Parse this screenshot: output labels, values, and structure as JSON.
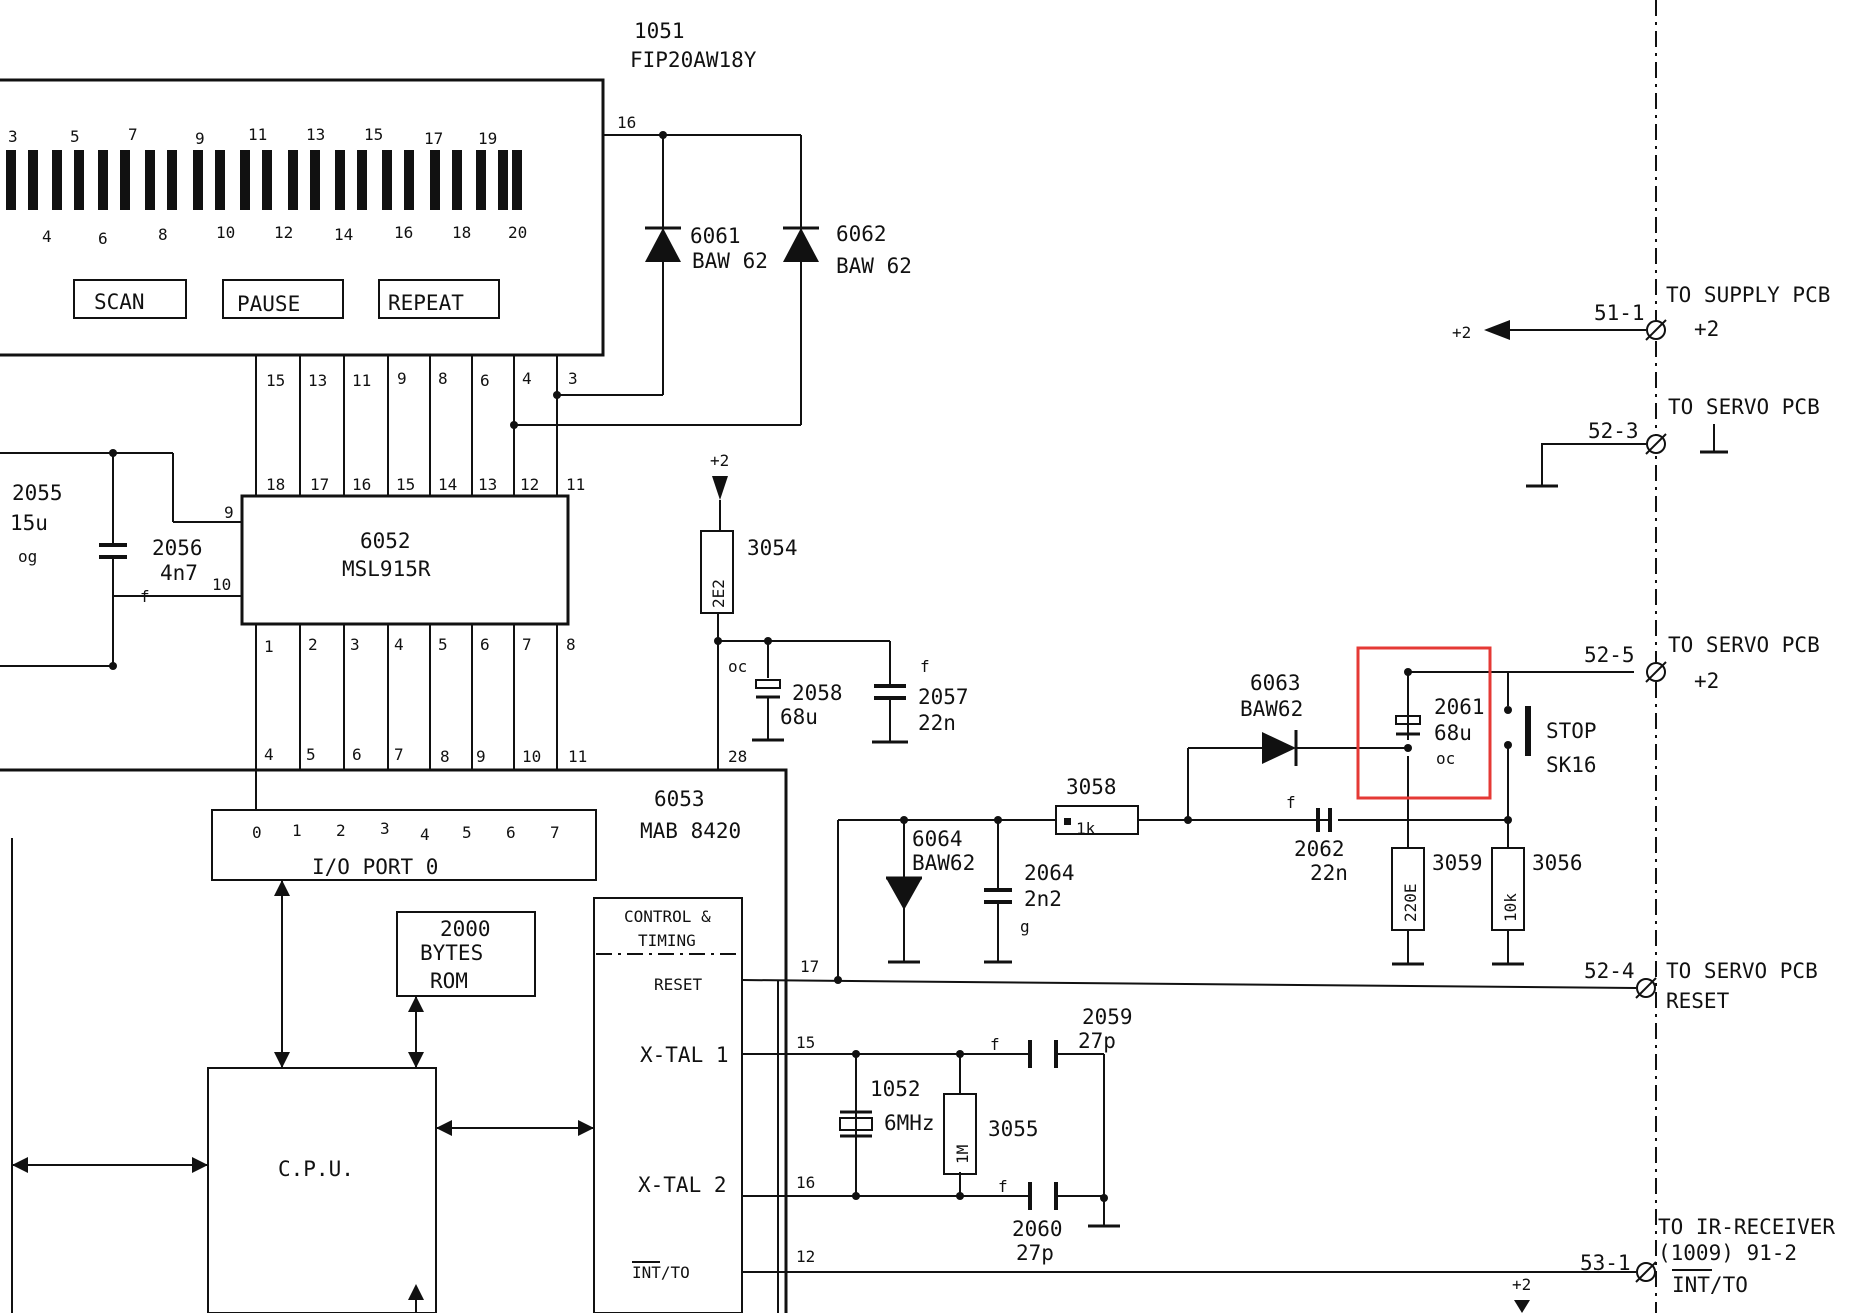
{
  "display": {
    "ref": "1051",
    "part": "FIP20AW18Y",
    "buttons": [
      "SCAN",
      "PAUSE",
      "REPEAT"
    ],
    "top_digits": [
      "3",
      "5",
      "7",
      "9",
      "11",
      "13",
      "15",
      "17",
      "19"
    ],
    "bottom_digits": [
      "4",
      "6",
      "8",
      "10",
      "12",
      "14",
      "16",
      "18",
      "20"
    ],
    "pins": [
      "15",
      "13",
      "11",
      "9",
      "8",
      "6",
      "4",
      "3"
    ],
    "pin16": "16"
  },
  "diode_6061": {
    "ref": "6061",
    "part": "BAW 62"
  },
  "diode_6062": {
    "ref": "6062",
    "part": "BAW 62"
  },
  "ic_6052": {
    "ref": "6052",
    "part": "MSL915R",
    "top_pins": [
      "18",
      "17",
      "16",
      "15",
      "14",
      "13",
      "12",
      "11"
    ],
    "bottom_pins": [
      "1",
      "2",
      "3",
      "4",
      "5",
      "6",
      "7",
      "8"
    ],
    "pin9": "9",
    "pin10": "10"
  },
  "cap_2055": {
    "ref": "2055",
    "value": "15u",
    "note": "og"
  },
  "cap_2056": {
    "ref": "2056",
    "value": "4n7",
    "note": "f"
  },
  "supply_symbol": "+2",
  "res_3054": {
    "ref": "3054",
    "value": "2E2"
  },
  "cap_2058": {
    "ref": "2058",
    "value": "68u",
    "note": "oc"
  },
  "cap_2057": {
    "ref": "2057",
    "value": "22n",
    "note": "f"
  },
  "ic_6053": {
    "ref": "6053",
    "part": "MAB 8420",
    "port_pins": [
      "4",
      "5",
      "6",
      "7",
      "8",
      "9",
      "10",
      "11"
    ],
    "pin28": "28",
    "port_bits": [
      "0",
      "1",
      "2",
      "3",
      "4",
      "5",
      "6",
      "7"
    ],
    "port_label": "I/O PORT 0",
    "rom": [
      "2000",
      "BYTES",
      "ROM"
    ],
    "cpu": "C.P.U.",
    "control": [
      "CONTROL &",
      "TIMING"
    ],
    "reset": "RESET",
    "xtal1": "X-TAL 1",
    "xtal2": "X-TAL 2",
    "int": "INT/TO",
    "pin17": "17",
    "pin15": "15",
    "pin16": "16",
    "pin12": "12"
  },
  "diode_6063": {
    "ref": "6063",
    "part": "BAW62"
  },
  "res_3058": {
    "ref": "3058",
    "value": "1k"
  },
  "cap_2062": {
    "ref": "2062",
    "value": "22n",
    "note": "f"
  },
  "diode_6064": {
    "ref": "6064",
    "part": "BAW62"
  },
  "cap_2064": {
    "ref": "2064",
    "value": "2n2",
    "note": "g"
  },
  "cap_2061": {
    "ref": "2061",
    "value": "68u",
    "note": "oc"
  },
  "res_3059": {
    "ref": "3059",
    "value": "220E"
  },
  "res_3056": {
    "ref": "3056",
    "value": "10k"
  },
  "switch": {
    "label": "STOP",
    "ref": "SK16"
  },
  "crystal_1052": {
    "ref": "1052",
    "value": "6MHz"
  },
  "res_3055": {
    "ref": "3055",
    "value": "1M"
  },
  "cap_2059": {
    "ref": "2059",
    "value": "27p",
    "note": "f"
  },
  "cap_2060": {
    "ref": "2060",
    "value": "27p",
    "note": "f"
  },
  "connectors": [
    {
      "id": "51-1",
      "dest": "TO SUPPLY PCB",
      "signal": "+2"
    },
    {
      "id": "52-3",
      "dest": "TO SERVO PCB",
      "signal": ""
    },
    {
      "id": "52-5",
      "dest": "TO SERVO PCB",
      "signal": "+2"
    },
    {
      "id": "52-4",
      "dest": "TO SERVO PCB",
      "signal": "RESET"
    },
    {
      "id": "53-1",
      "dest": "TO IR-RECEIVER",
      "signal": "(1009) 91-2",
      "signal2": "INT/TO"
    }
  ],
  "highlight_color": "#e53935"
}
